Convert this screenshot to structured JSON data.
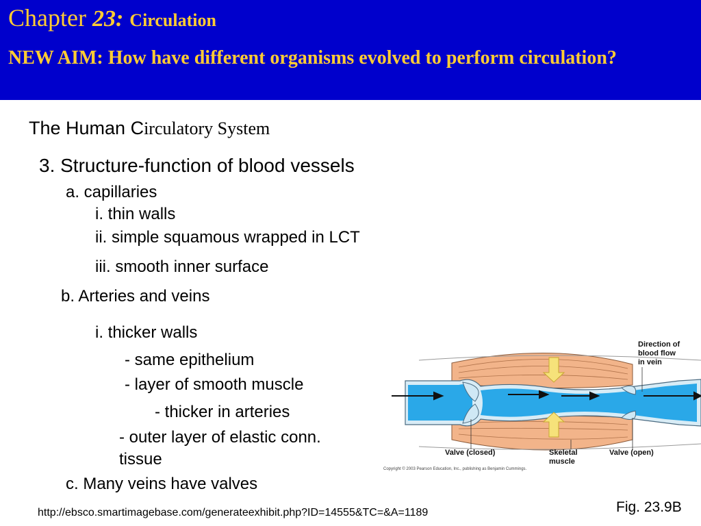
{
  "header": {
    "chapter_word": "Chapter",
    "chapter_number": "23:",
    "chapter_topic": "Circulation",
    "aim": "NEW AIM: How have different organisms evolved to perform circulation?",
    "bg_color": "#0000cc",
    "text_color": "#ffcc33"
  },
  "slide": {
    "title_a": "The Human C",
    "title_b": "irculatory System",
    "point_3": "3. Structure-function of blood vessels",
    "a": "a. capillaries",
    "a_i": "i. thin walls",
    "a_ii": "ii. simple squamous wrapped in LCT",
    "a_iii": "iii. smooth inner surface",
    "b": "b. Arteries and veins",
    "b_i": "i. thicker walls",
    "b_i_1": "- same epithelium",
    "b_i_2": "- layer of smooth muscle",
    "b_i_2a": "- thicker in arteries",
    "b_i_3a": "- outer layer of elastic conn.",
    "b_i_3b": "tissue",
    "c": "c. Many veins have valves"
  },
  "figure": {
    "label_direction_1": "Direction of",
    "label_direction_2": "blood flow",
    "label_direction_3": "in vein",
    "label_valve_closed": "Valve (closed)",
    "label_skeletal_1": "Skeletal",
    "label_skeletal_2": "muscle",
    "label_valve_open": "Valve (open)",
    "copyright": "Copyright © 2003 Pearson Education, Inc., publishing as Benjamin Cummings.",
    "muscle_color": "#f2b48a",
    "blood_color": "#2aa8e8",
    "arrow_color": "#f6e27a"
  },
  "footer": {
    "url": "http://ebsco.smartimagebase.com/generateexhibit.php?ID=14555&TC=&A=1189",
    "fig_label": "Fig. 23.9B"
  }
}
